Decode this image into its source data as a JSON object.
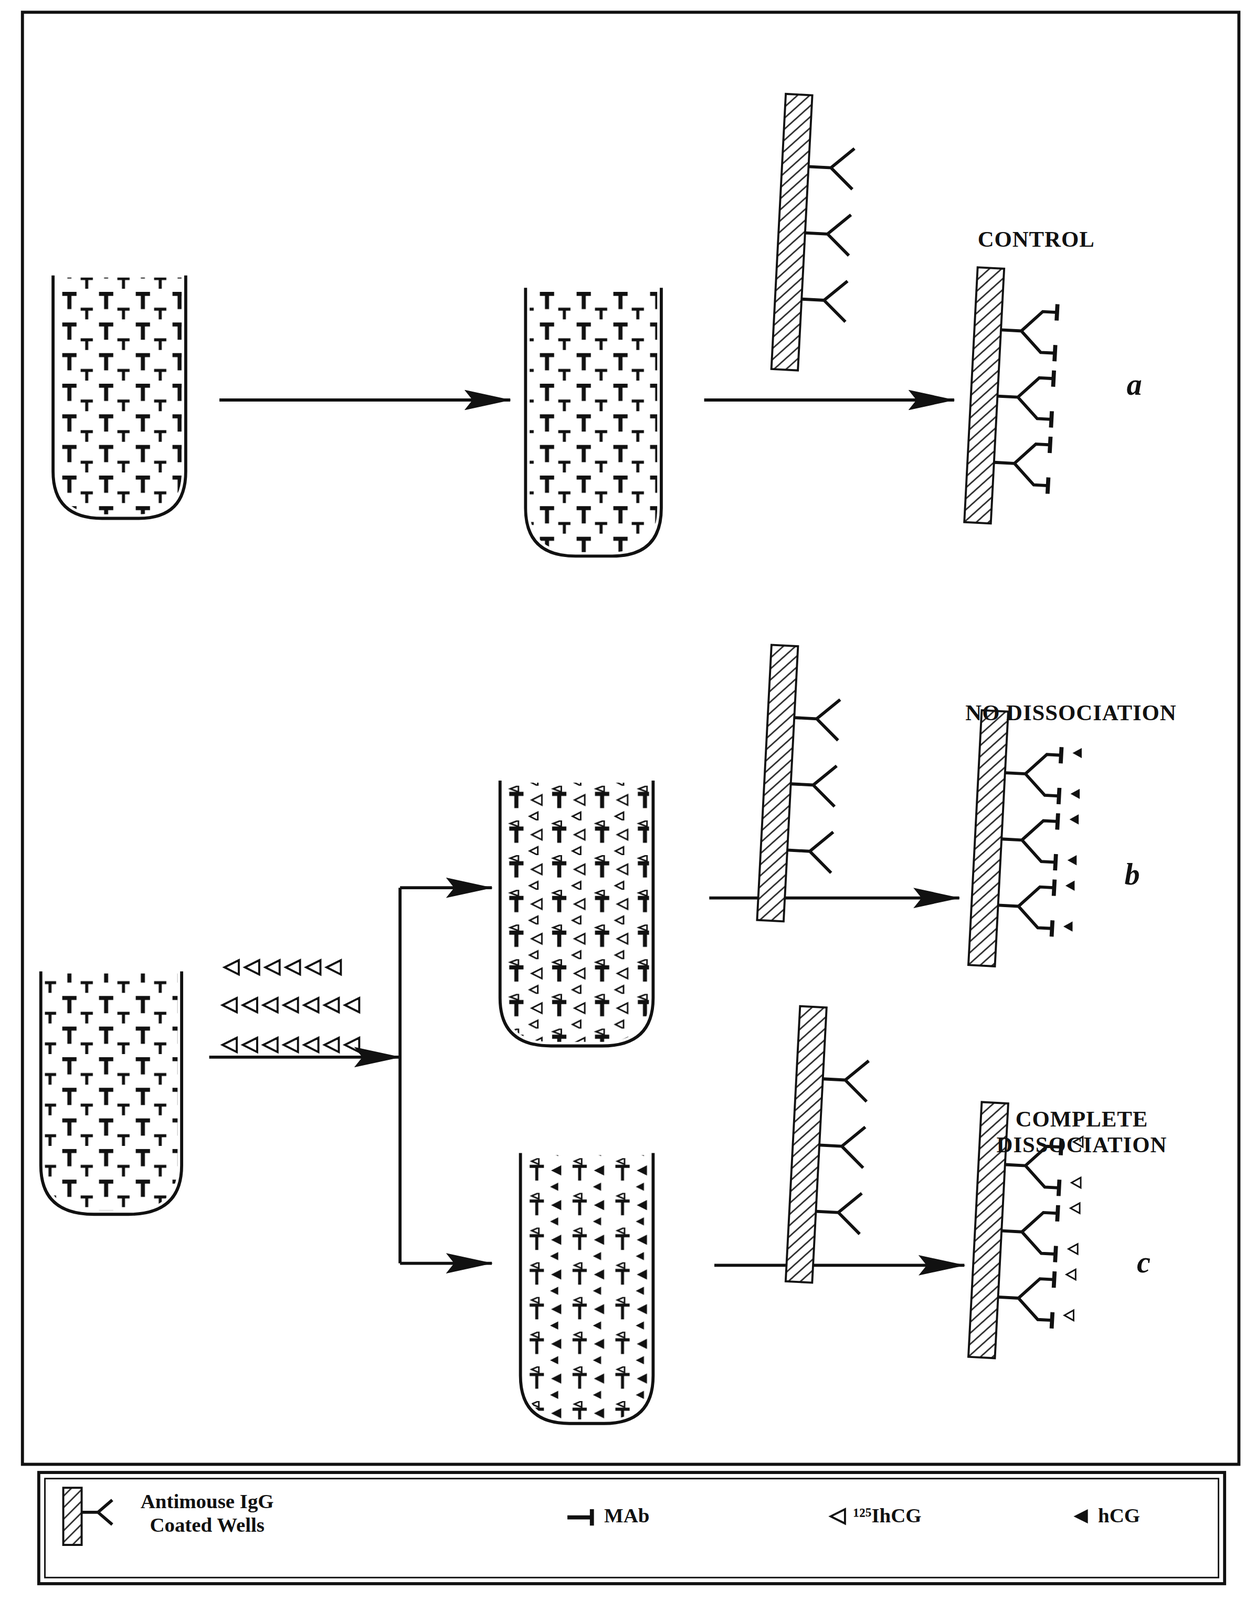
{
  "diagram": {
    "labels": [
      "CONTROL",
      "a",
      "NO DISSOCIATION",
      "b",
      "COMPLETE DISSOCIATION",
      "c"
    ],
    "legend": [
      {
        "text": "Antimouse IgG Coated Wells"
      },
      {
        "text": "MAb"
      },
      {
        "text": "¹²⁵IhCG"
      },
      {
        "text": "hCG"
      }
    ]
  }
}
